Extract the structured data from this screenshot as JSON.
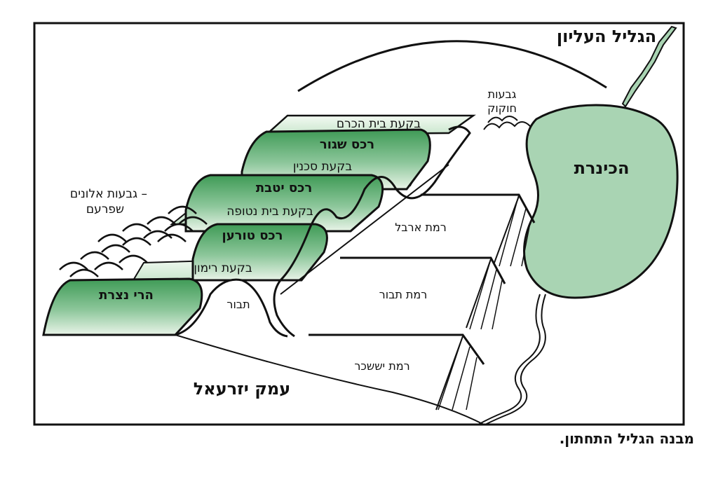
{
  "caption": "מבנה הגליל התחתון.",
  "colors": {
    "ridge_green": "#3f9a56",
    "ridge_light": "#e9f4e8",
    "lake": "#a9d4b3",
    "outline": "#111111"
  },
  "labels": {
    "upper_galilee": "הגליל העליון",
    "kinneret": "הכינרת",
    "hukok_hills_line1": "גבעות",
    "hukok_hills_line2": "חוקוק",
    "beit_hakerem_valley": "בקעת בית הכרם",
    "shagor_ridge": "רכס שגור",
    "sakhnin_valley": "בקעת סכנין",
    "yotvat_ridge": "רכס יטבת",
    "beit_netofa_valley": "בקעת בית נטופה",
    "turan_ridge": "רכס טורען",
    "rimon_valley": "בקעת רימון",
    "nazareth_mountains": "הרי נצרת",
    "tabor": "תבור",
    "alonim_hills_line1": "גבעות אלונים –",
    "alonim_hills_line2": "שפרעם",
    "arbel_plateau": "רמת ארבל",
    "tabor_plateau": "רמת תבור",
    "issachar_plateau": "רמת יששכר",
    "jezreel_valley": "עמק יזרעאל"
  }
}
